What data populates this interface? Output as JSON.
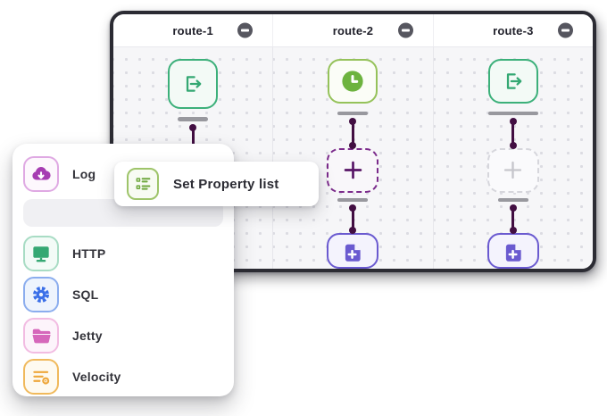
{
  "canvas": {
    "routes": [
      {
        "label": "route-1",
        "collapse_icon": "minus-icon",
        "steps": [
          {
            "icon": "export-icon",
            "kind": "node"
          }
        ]
      },
      {
        "label": "route-2",
        "collapse_icon": "minus-icon",
        "steps": [
          {
            "icon": "timer-icon",
            "kind": "node"
          },
          {
            "icon": "plus-icon",
            "kind": "add-step-placeholder",
            "state": "active"
          },
          {
            "icon": "document-plus-icon",
            "kind": "end-node"
          }
        ]
      },
      {
        "label": "route-3",
        "collapse_icon": "minus-icon",
        "steps": [
          {
            "icon": "export-icon",
            "kind": "node"
          },
          {
            "icon": "plus-icon",
            "kind": "add-step-placeholder",
            "state": "inactive"
          },
          {
            "icon": "document-plus-icon",
            "kind": "end-node"
          }
        ]
      }
    ]
  },
  "palette": {
    "items": [
      {
        "label": "Log",
        "icon": "cloud-download-icon",
        "accent": "#a63db2"
      },
      {
        "label": "HTTP",
        "icon": "monitor-icon",
        "accent": "#35a873"
      },
      {
        "label": "SQL",
        "icon": "gear-icon",
        "accent": "#3a6fe8"
      },
      {
        "label": "Jetty",
        "icon": "folder-icon",
        "accent": "#d667bb"
      },
      {
        "label": "Velocity",
        "icon": "velocity-icon",
        "accent": "#eea73b"
      }
    ],
    "hover_row": {
      "label": ""
    }
  },
  "tooltip": {
    "icon": "property-list-icon",
    "label": "Set Property list"
  },
  "colors": {
    "canvas_frame": "#2b2b33",
    "canvas_background": "#f6f6f8",
    "dot_grid": "#dcdce2",
    "connector": "#420e42",
    "step_bar": "#98989e",
    "node_teal": "#3cb07a",
    "node_lime": "#95c25a",
    "placeholder_purple": "#7b2b8b",
    "end_node_violet": "#6a5ad0",
    "tooltip_icon_green": "#6fa83e"
  }
}
